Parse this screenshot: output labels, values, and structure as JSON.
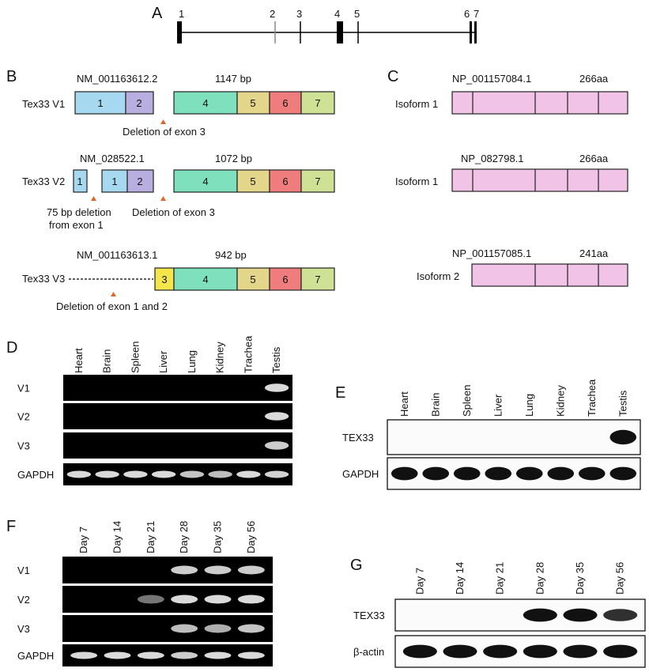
{
  "colors": {
    "exon1": "#a6d9ef",
    "exon2": "#b8aee0",
    "exon3": "#f4e64a",
    "exon4": "#7fe0bd",
    "exon5": "#e3d68a",
    "exon6": "#ef7d7d",
    "exon7": "#cfe195",
    "protein": "#f1c3e6",
    "arrow": "#e0672a",
    "gel": "#000000",
    "band_rt": "#d9d9d9",
    "band_wb": "#111111"
  },
  "panel_a": {
    "label": "A",
    "exon_numbers": [
      "1",
      "2",
      "3",
      "4",
      "5",
      "6",
      "7"
    ]
  },
  "panel_b": {
    "label": "B",
    "transcripts": [
      {
        "name": "Tex33 V1",
        "accession": "NM_001163612.2",
        "length": "1147 bp",
        "exons": [
          "1",
          "2",
          "4",
          "5",
          "6",
          "7"
        ],
        "notes": [
          "Deletion of exon 3"
        ]
      },
      {
        "name": "Tex33 V2",
        "accession": "NM_028522.1",
        "length": "1072 bp",
        "exons": [
          "1",
          "1",
          "2",
          "4",
          "5",
          "6",
          "7"
        ],
        "notes": [
          "75 bp deletion",
          "from exon 1",
          "Deletion of exon 3"
        ]
      },
      {
        "name": "Tex33 V3",
        "accession": "NM_001163613.1",
        "length": "942 bp",
        "exons": [
          "3",
          "4",
          "5",
          "6",
          "7"
        ],
        "notes": [
          "Deletion of exon 1 and 2"
        ]
      }
    ]
  },
  "panel_c": {
    "label": "C",
    "proteins": [
      {
        "name": "Isoform 1",
        "accession": "NP_001157084.1",
        "length": "266aa"
      },
      {
        "name": "Isoform 1",
        "accession": "NP_082798.1",
        "length": "266aa"
      },
      {
        "name": "Isoform 2",
        "accession": "NP_001157085.1",
        "length": "241aa"
      }
    ]
  },
  "panel_d": {
    "label": "D",
    "lanes": [
      "Heart",
      "Brain",
      "Spleen",
      "Liver",
      "Lung",
      "Kidney",
      "Trachea",
      "Testis"
    ],
    "rows": [
      {
        "name": "V1",
        "levels": [
          0,
          0,
          0,
          0,
          0,
          0,
          0,
          1
        ]
      },
      {
        "name": "V2",
        "levels": [
          0,
          0,
          0,
          0,
          0,
          0,
          0,
          1
        ]
      },
      {
        "name": "V3",
        "levels": [
          0,
          0,
          0,
          0,
          0,
          0,
          0,
          0.9
        ]
      },
      {
        "name": "GAPDH",
        "levels": [
          1,
          1,
          1,
          1,
          0.85,
          0.8,
          1,
          0.95
        ]
      }
    ]
  },
  "panel_e": {
    "label": "E",
    "lanes": [
      "Heart",
      "Brain",
      "Spleen",
      "Liver",
      "Lung",
      "Kidney",
      "Trachea",
      "Testis"
    ],
    "rows": [
      {
        "name": "TEX33",
        "levels": [
          0,
          0,
          0,
          0,
          0,
          0,
          0,
          1
        ]
      },
      {
        "name": "GAPDH",
        "levels": [
          1,
          1,
          1,
          1,
          1,
          1,
          1,
          1
        ]
      }
    ]
  },
  "panel_f": {
    "label": "F",
    "lanes": [
      "Day 7",
      "Day 14",
      "Day 21",
      "Day 28",
      "Day 35",
      "Day 56"
    ],
    "rows": [
      {
        "name": "V1",
        "levels": [
          0,
          0,
          0,
          0.9,
          0.9,
          0.9
        ]
      },
      {
        "name": "V2",
        "levels": [
          0,
          0,
          0.3,
          1,
          1,
          1
        ]
      },
      {
        "name": "V3",
        "levels": [
          0,
          0,
          0,
          0.8,
          0.7,
          0.85
        ]
      },
      {
        "name": "GAPDH",
        "levels": [
          1,
          1,
          1,
          0.9,
          1,
          1
        ]
      }
    ]
  },
  "panel_g": {
    "label": "G",
    "lanes": [
      "Day 7",
      "Day 14",
      "Day 21",
      "Day 28",
      "Day 35",
      "Day 56"
    ],
    "rows": [
      {
        "name": "TEX33",
        "levels": [
          0,
          0,
          0,
          1,
          1,
          0.8
        ]
      },
      {
        "name": "β-actin",
        "levels": [
          1,
          1,
          1,
          1,
          1,
          1
        ]
      }
    ]
  }
}
